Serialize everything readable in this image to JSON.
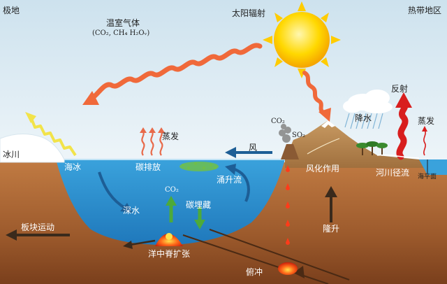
{
  "labels": {
    "polar": "极地",
    "tropical": "热带地区",
    "greenhouse_gas": "温室气体",
    "greenhouse_formula": "(CO₂, CH₄ H₂Oᵥ)",
    "solar_radiation": "太阳辐射",
    "glacier": "冰川",
    "sea_ice": "海冰",
    "evaporation_ocean": "蒸发",
    "carbon_release": "碳排放",
    "wind": "风",
    "co2_volcano": "CO₂",
    "so2_volcano": "SO₂",
    "precipitation": "降水",
    "reflection": "反射",
    "evaporation_land": "蒸发",
    "weathering": "风化作用",
    "river_runoff": "河川径流",
    "sea_level": "海平面",
    "upwelling": "涌升流",
    "deep_water": "深水",
    "co2_ridge": "CO₂",
    "carbon_burial": "碳埋藏",
    "plate_motion": "板块运动",
    "uplift": "隆升",
    "ridge_spreading": "洋中脊扩张",
    "subduction": "俯冲"
  },
  "colors": {
    "sky_top": "#cfe3ef",
    "sky_bottom": "#eaf3f8",
    "ocean": "#2d8fce",
    "crust": "#b4703d",
    "mantle": "#8a4a22",
    "sun": "#ffd400",
    "solar_arrow": "#f0693a",
    "reflect_arrow": "#d81e1e",
    "glacier_arrow": "#f2e34a",
    "magma": "#ff3b1a",
    "arrow_dark": "#3a2a1c",
    "arrow_blue": "#1d5e96",
    "arrow_green": "#4daa3a"
  }
}
